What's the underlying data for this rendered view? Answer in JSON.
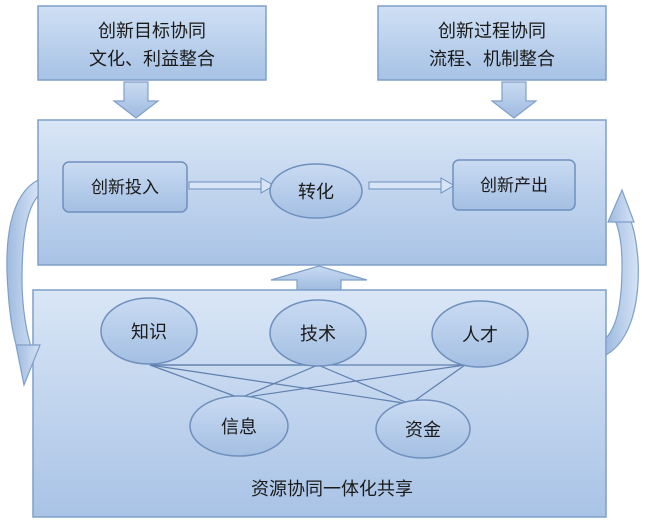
{
  "top_left_box": {
    "line1": "创新目标协同",
    "line2": "文化、利益整合"
  },
  "top_right_box": {
    "line1": "创新过程协同",
    "line2": "流程、机制整合"
  },
  "process": {
    "input": "创新投入",
    "transform": "转化",
    "output": "创新产出"
  },
  "resources": {
    "knowledge": "知识",
    "technology": "技术",
    "talent": "人才",
    "information": "信息",
    "capital": "资金",
    "caption": "资源协同一体化共享"
  },
  "colors": {
    "box_fill_light": "#d6e4f5",
    "box_fill_dark": "#a9c4e6",
    "border": "#7f9fc9",
    "arrow_fill": "#b8cff0"
  }
}
